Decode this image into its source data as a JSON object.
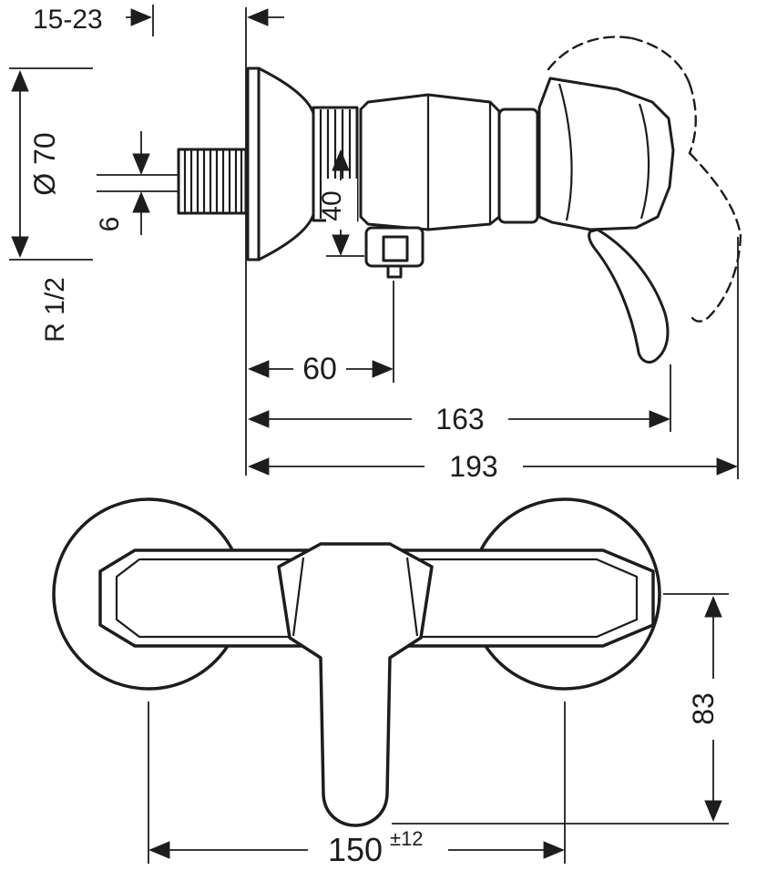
{
  "colors": {
    "line": "#1d1d1b",
    "background": "#ffffff"
  },
  "side_view": {
    "dim_wall_range": "15-23",
    "dim_escutcheon_diameter": "Ø 70",
    "dim_offset_6": "6",
    "dim_thread": "R 1/2",
    "dim_depth_40": "40",
    "dim_width_60": "60",
    "dim_width_163": "163",
    "dim_width_193": "193"
  },
  "front_view": {
    "dim_height_83": "83",
    "dim_center_distance_150": "150",
    "dim_tolerance_150": "±12"
  }
}
